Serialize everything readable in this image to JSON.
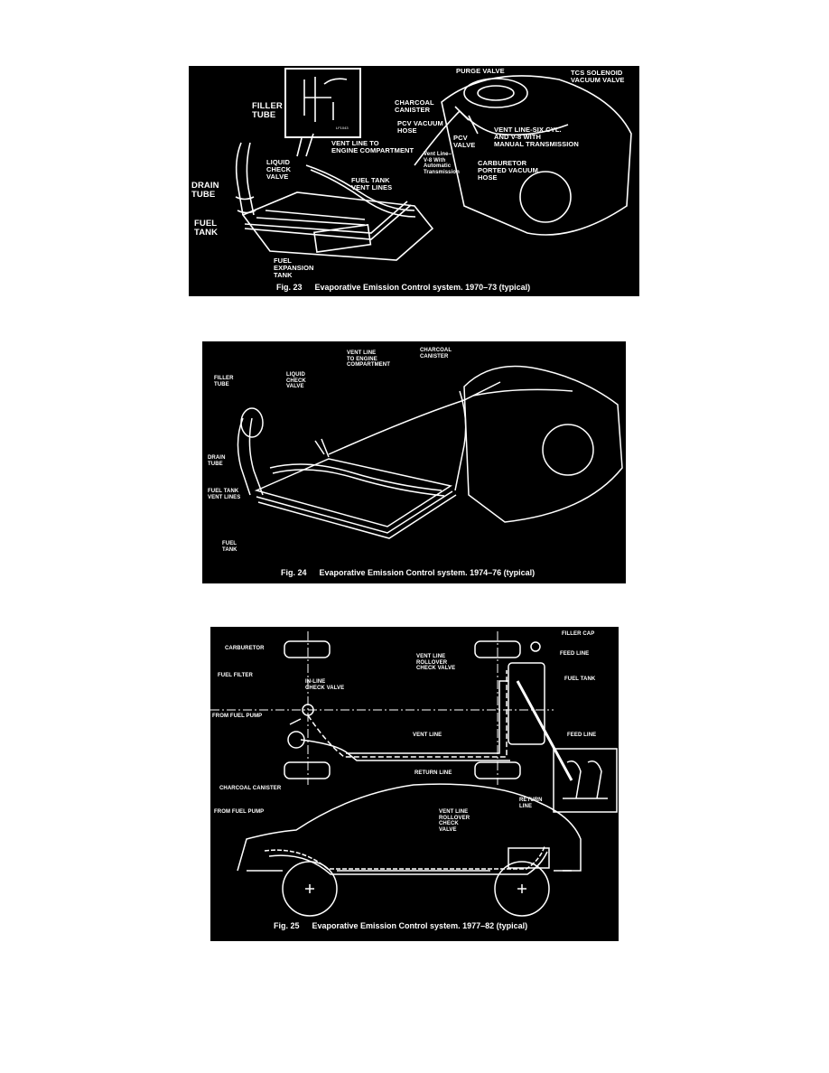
{
  "fig23": {
    "caption_number": "Fig. 23",
    "caption_text": "Evaporative Emission Control system. 1970–73 (typical)",
    "inset_code": "LF1043",
    "labels": {
      "purge_valve": "PURGE VALVE",
      "tcs_solenoid": "TCS SOLENOID\nVACUUM VALVE",
      "charcoal_canister": "CHARCOAL\nCANISTER",
      "filler_tube": "FILLER\nTUBE",
      "pcv_vacuum_hose": "PCV VACUUM\nHOSE",
      "pcv_valve": "PCV\nVALVE",
      "vent_line_six": "VENT LINE-SIX CYL.\nAND V-8 WITH\nMANUAL TRANSMISSION",
      "vent_line_engine": "VENT LINE TO\nENGINE COMPARTMENT",
      "vent_line_v8_auto": "Vent Line–\nV-8 With\nAutomatic\nTransmission",
      "carb_ported_hose": "CARBURETOR\nPORTED VACUUM\nHOSE",
      "liquid_check_valve": "LIQUID\nCHECK\nVALVE",
      "drain_tube": "DRAIN\nTUBE",
      "fuel_tank_vent_lines": "FUEL TANK\nVENT LINES",
      "fuel_tank": "FUEL\nTANK",
      "fuel_expansion_tank": "FUEL\nEXPANSION\nTANK"
    }
  },
  "fig24": {
    "caption_number": "Fig. 24",
    "caption_text": "Evaporative Emission Control system. 1974–76 (typical)",
    "labels": {
      "vent_line_engine": "VENT LINE\nTO ENGINE\nCOMPARTMENT",
      "charcoal_canister": "CHARCOAL\nCANISTER",
      "filler_tube": "FILLER\nTUBE",
      "liquid_check_valve": "LIQUID\nCHECK\nVALVE",
      "drain_tube": "DRAIN\nTUBE",
      "fuel_tank_vent_lines": "FUEL TANK\nVENT LINES",
      "fuel_tank": "FUEL\nTANK"
    }
  },
  "fig25": {
    "caption_number": "Fig. 25",
    "caption_text": "Evaporative Emission Control system. 1977–82 (typical)",
    "labels": {
      "filler_cap": "FILLER CAP",
      "carburetor": "CARBURETOR",
      "feed_line_top": "FEED LINE",
      "vent_line_rollover": "VENT LINE\nROLLOVER\nCHECK VALVE",
      "fuel_tank": "FUEL TANK",
      "fuel_filter": "FUEL FILTER",
      "inline_check_valve": "IN-LINE\nCHECK VALVE",
      "from_fuel_pump_top": "FROM FUEL PUMP",
      "vent_line": "VENT LINE",
      "feed_line_inset": "FEED LINE",
      "return_line_mid": "RETURN LINE",
      "charcoal_canister": "CHARCOAL CANISTER",
      "return_line_inset": "RETURN\nLINE",
      "from_fuel_pump_bottom": "FROM FUEL PUMP",
      "vent_line_rollover_bottom": "VENT LINE\nROLLOVER\nCHECK\nVALVE"
    }
  }
}
